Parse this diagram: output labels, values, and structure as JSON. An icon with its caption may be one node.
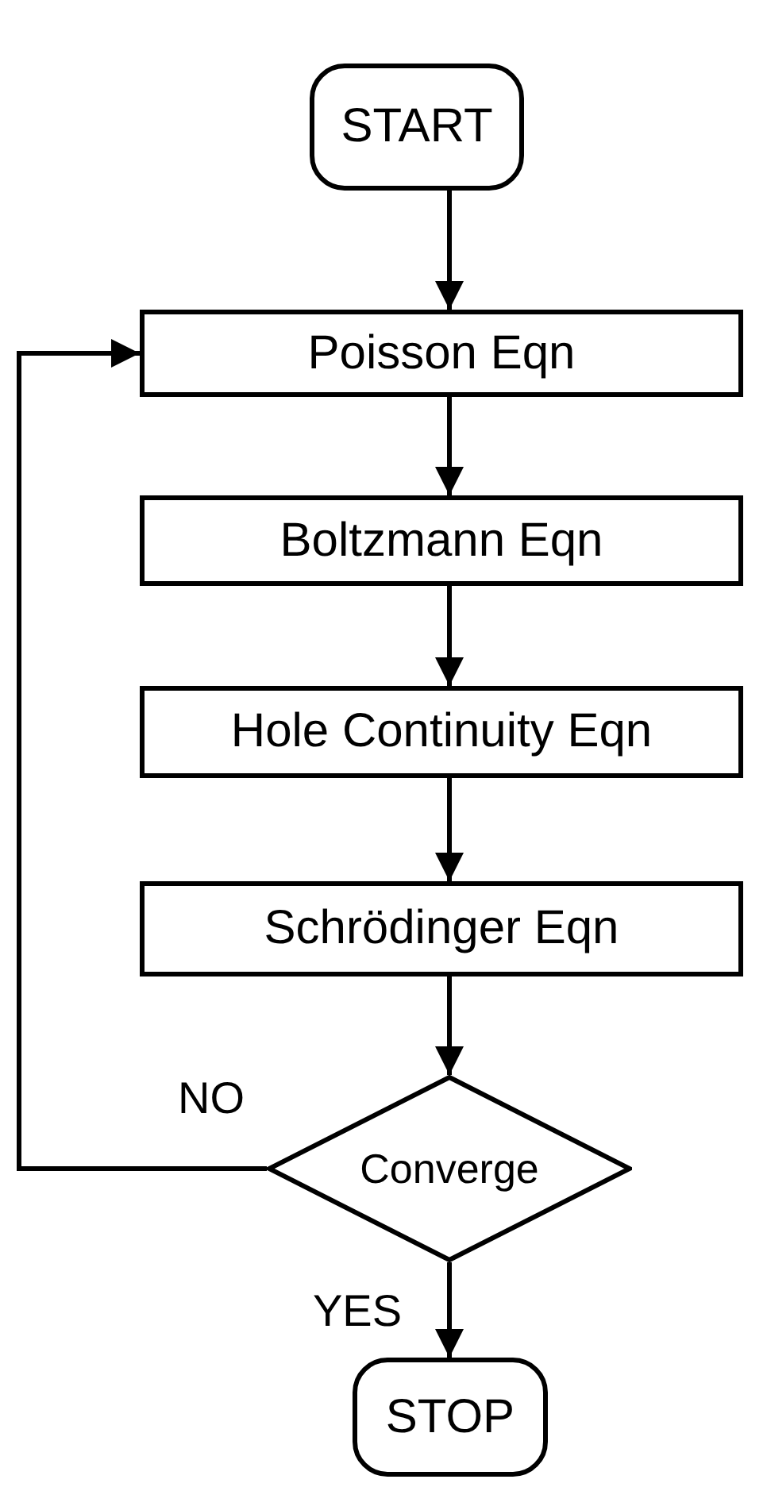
{
  "diagram": {
    "nodes": [
      {
        "text": [
          "START"
        ]
      },
      {
        "text": [
          "Poisson Eqn"
        ]
      },
      {
        "text": [
          "Boltzmann Eqn"
        ]
      },
      {
        "text": [
          "Hole Continuity Eqn"
        ]
      },
      {
        "text": [
          "Schrödinger Eqn"
        ]
      },
      {
        "text": [
          "Converge"
        ]
      },
      {
        "text": [
          "STOP"
        ]
      }
    ],
    "edges": [
      {
        "from": 0,
        "to": 1,
        "arrow": "to"
      },
      {
        "from": 1,
        "to": 2,
        "arrow": "to"
      },
      {
        "from": 2,
        "to": 3,
        "arrow": "to"
      },
      {
        "from": 3,
        "to": 4,
        "arrow": "to"
      },
      {
        "from": 4,
        "to": 5,
        "arrow": "to"
      },
      {
        "from": 5,
        "to": 6,
        "arrow": "to",
        "label": "YES"
      },
      {
        "from": 5,
        "to": 1,
        "arrow": "to",
        "label": "NO"
      }
    ]
  }
}
